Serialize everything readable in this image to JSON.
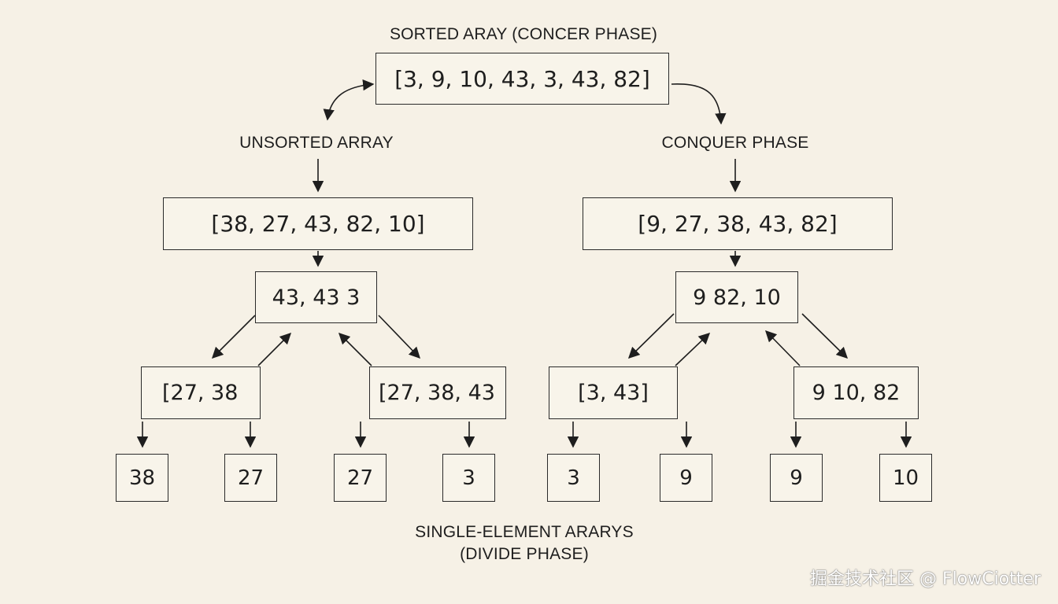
{
  "labels": {
    "top": "SORTED ARAY (CONCER PHASE)",
    "left": "UNSORTED ARRAY",
    "right": "CONQUER PHASE",
    "bottom_line1": "SINGLE-ELEMENT ARARYS",
    "bottom_line2": "(DIVIDE PHASE)"
  },
  "nodes": {
    "root": "[3, 9, 10, 43, 3, 43, 82]",
    "left_main": "[38, 27, 43, 82, 10]",
    "right_main": "[9, 27, 38, 43, 82]",
    "left_mid": "43, 43 3",
    "right_mid": "9 82, 10",
    "ll": "[27, 38",
    "lr": "[27, 38, 43",
    "rl": "[3, 43]",
    "rr": "9 10, 82"
  },
  "leaves": [
    "38",
    "27",
    "27",
    "3",
    "3",
    "9",
    "9",
    "10"
  ],
  "watermark": "掘金技术社区 @ FlowCiotter"
}
